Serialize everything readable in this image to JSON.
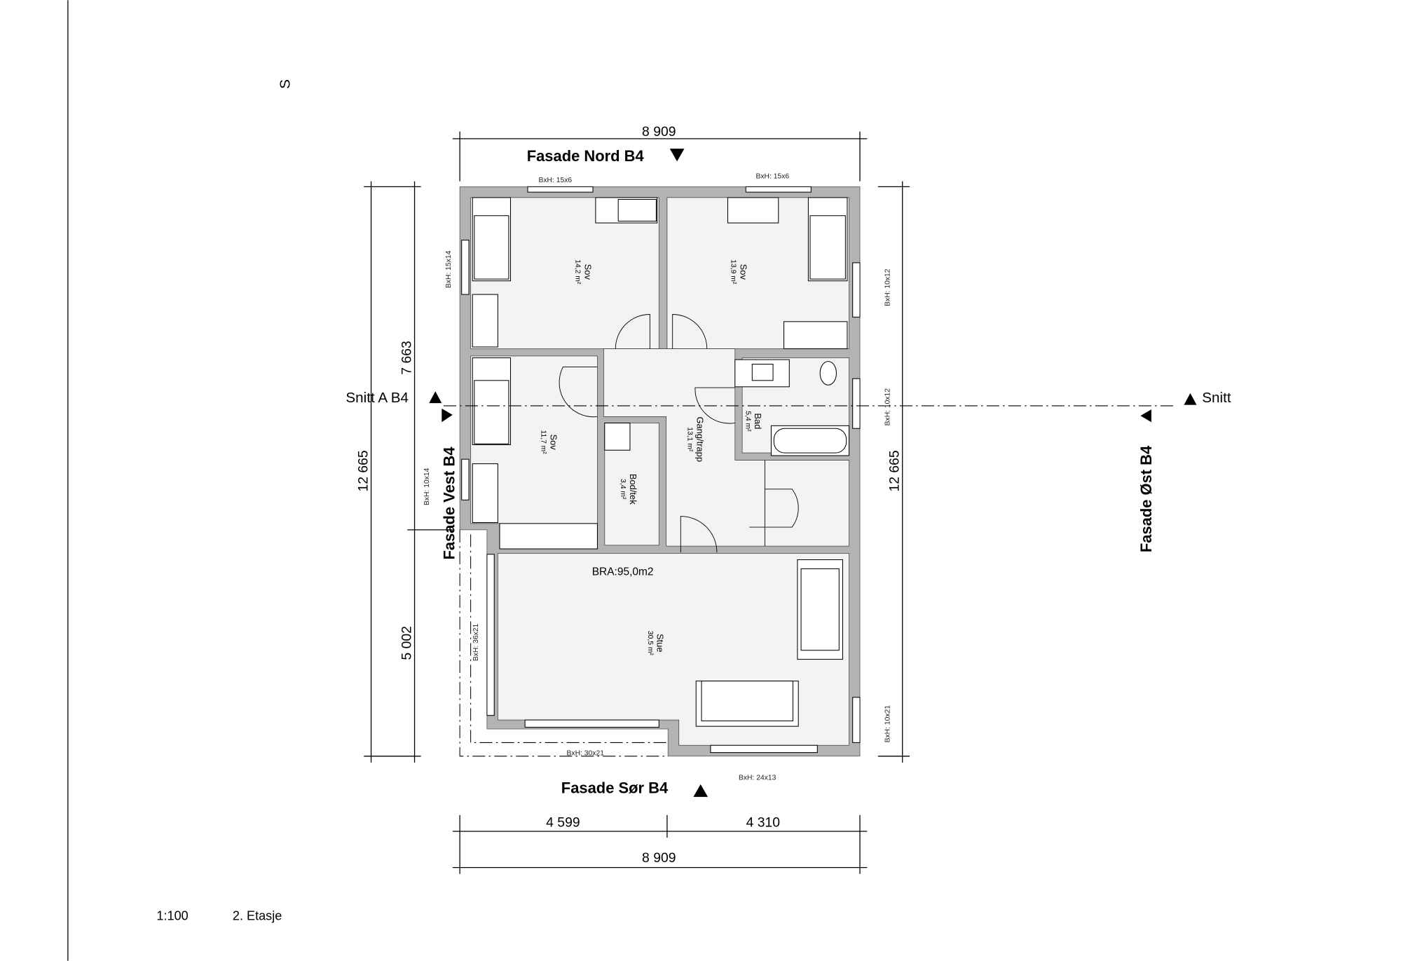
{
  "sheet": {
    "marker": "S",
    "scale": "1:100",
    "floor": "2. Etasje"
  },
  "dimensions": {
    "top_total": "8 909",
    "bottom_left": "4 599",
    "bottom_right": "4 310",
    "bottom_total": "8 909",
    "left_total": "12 665",
    "left_upper": "7 663",
    "left_lower": "5 002",
    "right_total": "12 665"
  },
  "facades": {
    "north": "Fasade Nord B4",
    "south": "Fasade Sør B4",
    "west": "Fasade Vest B4",
    "east": "Fasade Øst B4"
  },
  "sections": {
    "left": "Snitt A B4",
    "right": "Snitt"
  },
  "windows": {
    "n1": "BxH:  15x6",
    "n2": "BxH:  15x6",
    "w1": "BxH:  15x14",
    "w2": "BxH:  10x14",
    "w3": "BxH:  36x21",
    "e1": "BxH:  10x12",
    "e2": "BxH:  10x12",
    "e3": "BxH:  10x21",
    "s1": "BxH:  30x21",
    "s2": "BxH:  24x13"
  },
  "rooms": [
    {
      "name": "Sov",
      "area": "14,2 m²"
    },
    {
      "name": "Sov",
      "area": "13,9 m²"
    },
    {
      "name": "Sov",
      "area": "11,7 m²"
    },
    {
      "name": "Bod/tek",
      "area": "3,4 m²"
    },
    {
      "name": "Gang/trapp",
      "area": "13,1 m²"
    },
    {
      "name": "Bad",
      "area": "5,4 m²"
    },
    {
      "name": "Stue",
      "area": "30,5 m²"
    }
  ],
  "bra": "BRA:95,0m2"
}
